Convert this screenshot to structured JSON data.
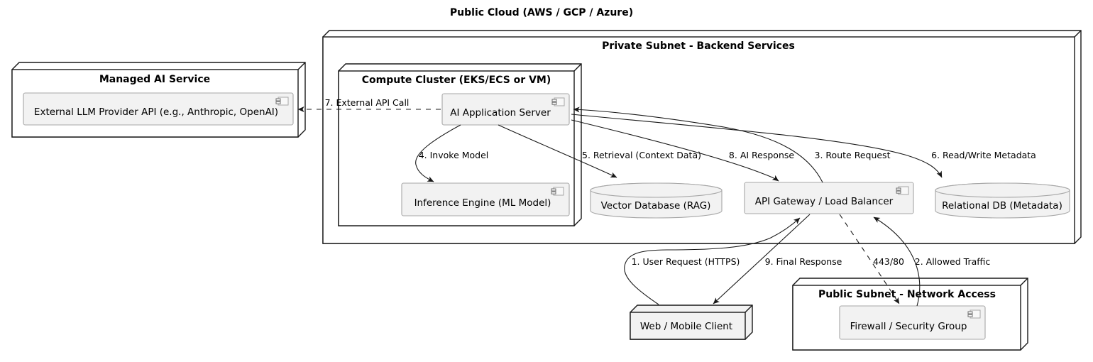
{
  "title": "Public Cloud (AWS / GCP / Azure)",
  "containers": {
    "managed_ai": "Managed AI Service",
    "private_subnet": "Private Subnet - Backend Services",
    "compute_cluster": "Compute Cluster (EKS/ECS or VM)",
    "public_subnet": "Public Subnet - Network Access"
  },
  "components": {
    "llm_api": "External LLM Provider API (e.g., Anthropic, OpenAI)",
    "app_server": "AI Application Server",
    "inference_engine": "Inference Engine (ML Model)",
    "api_gateway": "API Gateway / Load Balancer",
    "firewall": "Firewall / Security Group"
  },
  "databases": {
    "vector_db": "Vector Database (RAG)",
    "relational_db": "Relational DB (Metadata)"
  },
  "nodes": {
    "web_client": "Web / Mobile Client"
  },
  "edges": {
    "user_request": "1. User Request (HTTPS)",
    "allowed_traffic": "2. Allowed Traffic",
    "route_request": "3. Route Request",
    "invoke_model": "4. Invoke Model",
    "retrieval": "5. Retrieval (Context Data)",
    "read_write_metadata": "6. Read/Write Metadata",
    "external_api_call": "7. External API Call",
    "ai_response": "8. AI Response",
    "final_response": "9. Final Response",
    "port_traffic": "443/80"
  },
  "colors": {
    "background": "#ffffff",
    "node_border": "#181818",
    "node_fill": "#ffffff",
    "shape_fill": "#f2f2f2",
    "shape_border": "#a7a7a7",
    "arrow": "#181818",
    "text": "#000000"
  }
}
